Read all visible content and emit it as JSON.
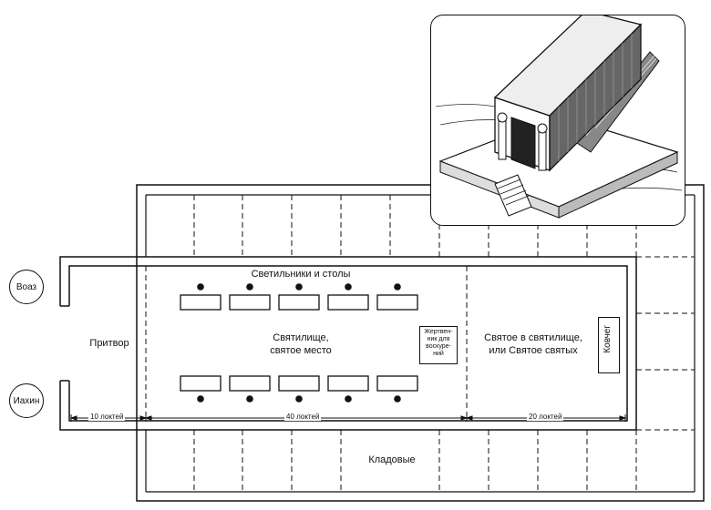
{
  "pillars": {
    "left_top": "Воаз",
    "left_bottom": "Иахин"
  },
  "rooms": {
    "porch": "Притвор",
    "holy_place_line1": "Святилище,",
    "holy_place_line2": "святое место",
    "lamps_tables": "Светильники и столы",
    "most_holy_line1": "Святое в святилище,",
    "most_holy_line2": "или Святое святых",
    "storerooms": "Кладовые"
  },
  "objects": {
    "altar_line1": "Жертвен-",
    "altar_line2": "ник для",
    "altar_line3": "воскуре-",
    "altar_line4": "ний",
    "ark": "Ковчег"
  },
  "dimensions": {
    "porch": "10 локтей",
    "holy_place": "40 локтей",
    "most_holy": "20 локтей"
  },
  "icons": {
    "illustration": "temple-3d-illustration"
  }
}
